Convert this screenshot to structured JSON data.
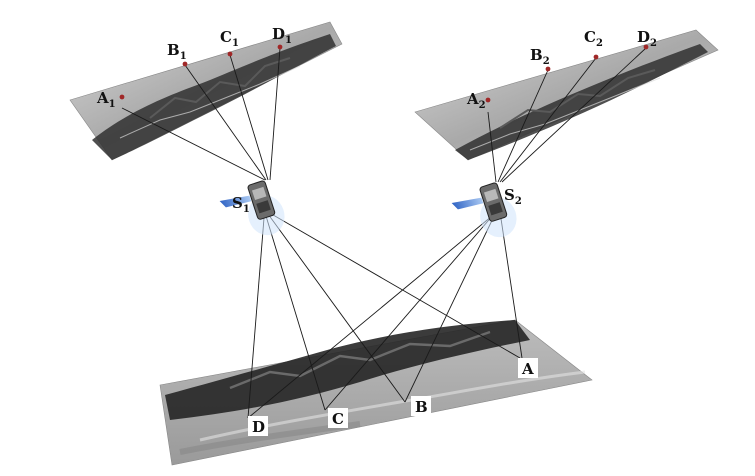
{
  "image1": {
    "points": [
      {
        "id": "A",
        "sub": "1"
      },
      {
        "id": "B",
        "sub": "1"
      },
      {
        "id": "C",
        "sub": "1"
      },
      {
        "id": "D",
        "sub": "1"
      }
    ]
  },
  "image2": {
    "points": [
      {
        "id": "A",
        "sub": "2"
      },
      {
        "id": "B",
        "sub": "2"
      },
      {
        "id": "C",
        "sub": "2"
      },
      {
        "id": "D",
        "sub": "2"
      }
    ]
  },
  "satellites": [
    {
      "id": "S",
      "sub": "1"
    },
    {
      "id": "S",
      "sub": "2"
    }
  ],
  "ground": {
    "points": [
      {
        "id": "A"
      },
      {
        "id": "B"
      },
      {
        "id": "C"
      },
      {
        "id": "D"
      }
    ]
  },
  "colors": {
    "marker": "#a02828",
    "panel_light": "#c4c4c4",
    "terrain_dark": "#2c2c2c",
    "solar_panel": "#4f86d8"
  },
  "icons": [
    "satellite-icon"
  ]
}
